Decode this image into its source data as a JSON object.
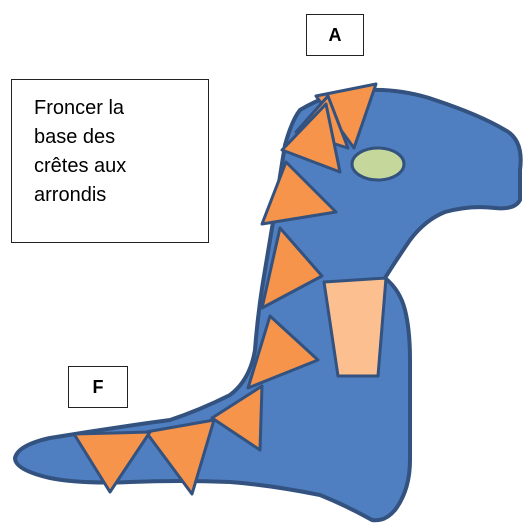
{
  "labels": {
    "top": "A",
    "bottom": "F"
  },
  "note": {
    "lines": [
      "Froncer la",
      "base des",
      "crêtes aux",
      "arrondis"
    ]
  },
  "colors": {
    "body_fill": "#4f7fc0",
    "body_stroke": "#33527f",
    "crest_fill": "#f5944a",
    "crest_stroke": "#33527f",
    "eye_fill": "#c5d79a",
    "eye_stroke": "#33527f",
    "patch_fill": "#fbbf90",
    "patch_stroke": "#33527f"
  },
  "shapes": {
    "crest_count": 10,
    "has_eye": true,
    "has_neck_patch": true
  }
}
